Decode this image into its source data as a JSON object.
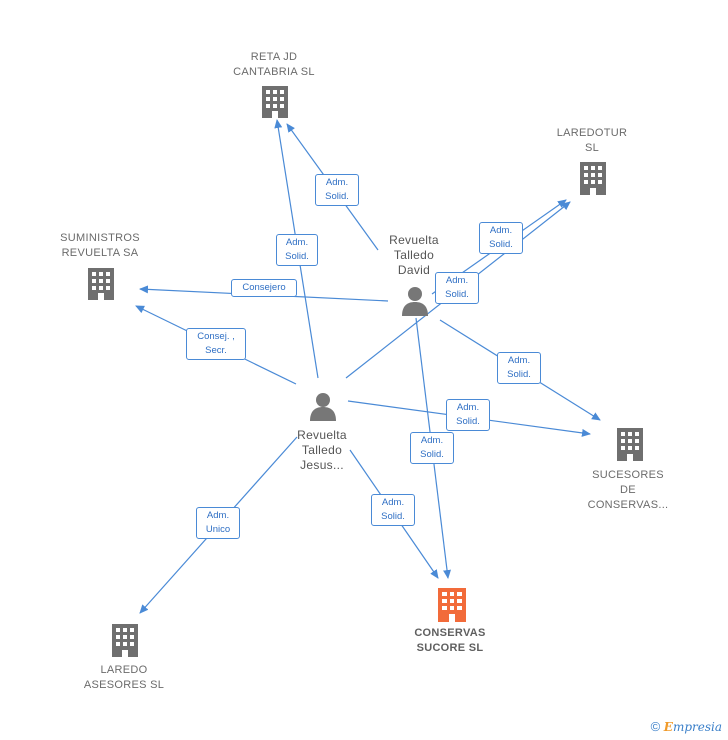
{
  "colors": {
    "edge": "#4a8ad6",
    "company": "#6f6f6f",
    "primary": "#f26b3a",
    "person": "#777777"
  },
  "nodes": {
    "reta": {
      "line1": "RETA JD",
      "line2": "CANTABRIA  SL"
    },
    "laredotur": {
      "line1": "LAREDOTUR",
      "line2": "SL"
    },
    "suministros": {
      "line1": "SUMINISTROS",
      "line2": "REVUELTA SA"
    },
    "sucesores": {
      "line1": "SUCESORES",
      "line2": "DE",
      "line3": "CONSERVAS..."
    },
    "conservas": {
      "line1": "CONSERVAS",
      "line2": "SUCORE  SL"
    },
    "laredo_asesores": {
      "line1": "LAREDO",
      "line2": "ASESORES  SL"
    },
    "david": {
      "line1": "Revuelta",
      "line2": "Talledo",
      "line3": "David"
    },
    "jesus": {
      "line1": "Revuelta",
      "line2": "Talledo",
      "line3": "Jesus..."
    }
  },
  "edge_labels": {
    "jesus_reta": {
      "l1": "Adm.",
      "l2": "Solid."
    },
    "david_reta": {
      "l1": "Adm.",
      "l2": "Solid."
    },
    "david_laredotur_a": {
      "l1": "Adm.",
      "l2": "Solid."
    },
    "david_laredotur_b": {
      "l1": "Adm.",
      "l2": "Solid."
    },
    "david_suministros": {
      "l1": "Consejero"
    },
    "jesus_suministros": {
      "l1": "Consej. ,",
      "l2": "Secr."
    },
    "david_sucesores": {
      "l1": "Adm.",
      "l2": "Solid."
    },
    "jesus_sucesores": {
      "l1": "Adm.",
      "l2": "Solid."
    },
    "david_conservas": {
      "l1": "Adm.",
      "l2": "Solid."
    },
    "jesus_conservas": {
      "l1": "Adm.",
      "l2": "Solid."
    },
    "jesus_laredo": {
      "l1": "Adm.",
      "l2": "Unico"
    }
  },
  "footer": {
    "copyright_symbol": "©",
    "brand_e": "E",
    "brand_rest": "mpresia"
  }
}
